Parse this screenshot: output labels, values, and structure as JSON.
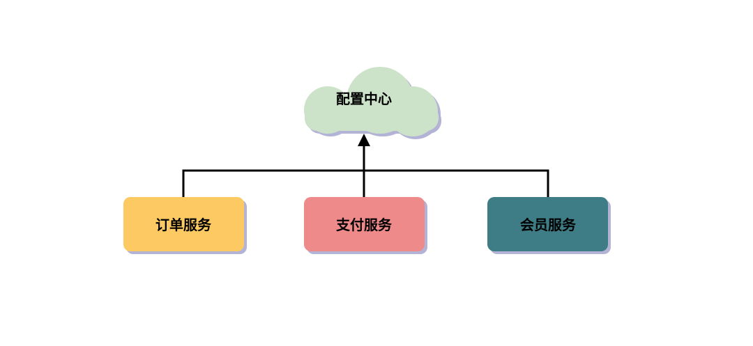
{
  "diagram": {
    "config_center": {
      "label": "配置中心",
      "color": "#CDE3C9",
      "icon": "cloud-shape"
    },
    "services": [
      {
        "label": "订单服务",
        "color": "#FCC963"
      },
      {
        "label": "支付服务",
        "color": "#EF8A8A"
      },
      {
        "label": "会员服务",
        "color": "#3E7D85"
      }
    ],
    "connector_color": "#000000",
    "shadow_color": "#B3B3D6"
  }
}
